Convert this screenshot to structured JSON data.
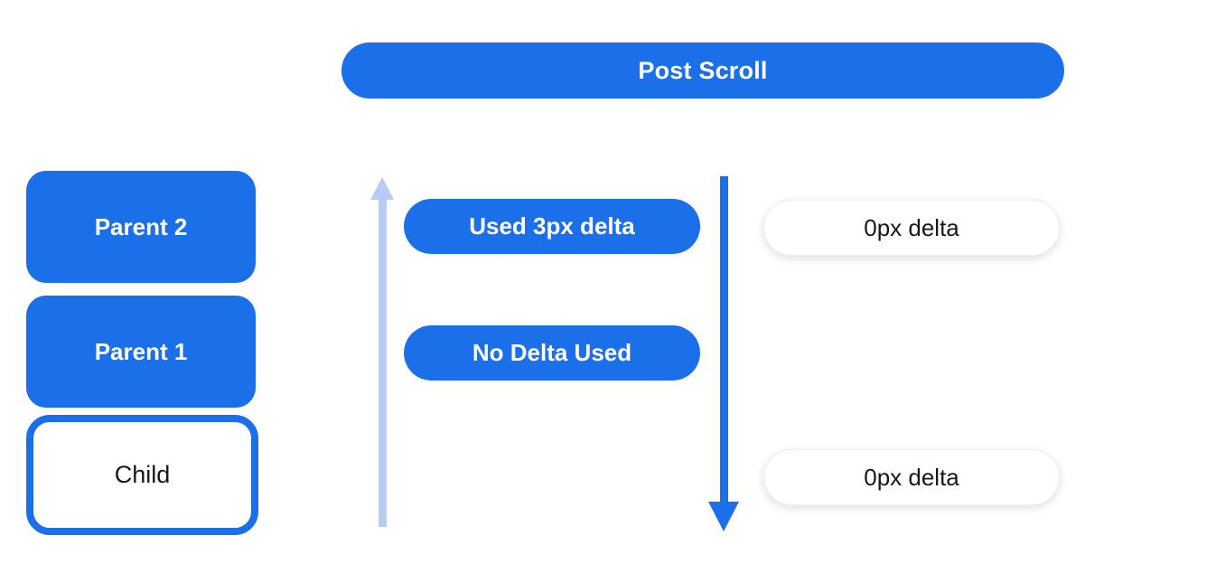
{
  "header": {
    "title": "Post Scroll"
  },
  "colors": {
    "primary_blue": "#1b6fe8",
    "light_blue": "#b6ccf3",
    "pill_text_light": "#ffffff",
    "text_dark": "#15181c",
    "background": "#ffffff"
  },
  "scroll_chain": {
    "boxes": [
      {
        "label": "Parent 2",
        "variant": "filled"
      },
      {
        "label": "Parent 1",
        "variant": "filled"
      },
      {
        "label": "Child",
        "variant": "outlined"
      }
    ]
  },
  "deltas": {
    "consumed": [
      {
        "label": "Used 3px delta"
      },
      {
        "label": "No Delta Used"
      }
    ],
    "remaining": [
      {
        "label": "0px delta"
      },
      {
        "label": "0px delta"
      }
    ]
  },
  "arrows": [
    {
      "name": "up-arrow",
      "direction": "up",
      "color": "#b6ccf3"
    },
    {
      "name": "down-arrow",
      "direction": "down",
      "color": "#1b6fe8"
    }
  ]
}
